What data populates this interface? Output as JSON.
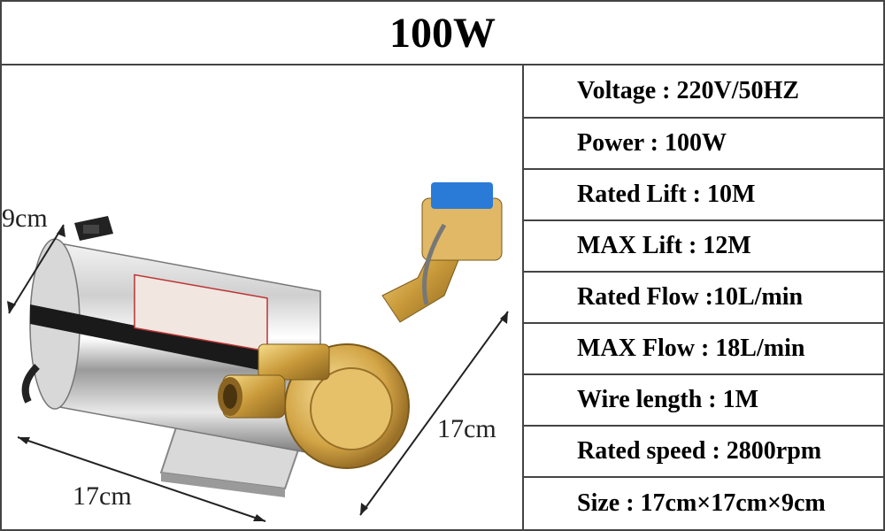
{
  "title": "100W",
  "specs": [
    "Voltage : 220V/50HZ",
    "Power : 100W",
    "Rated Lift : 10M",
    "MAX Lift : 12M",
    "Rated Flow :10L/min",
    "MAX Flow : 18L/min",
    "Wire length : 1M",
    "Rated speed : 2800rpm",
    "Size : 17cm×17cm×9cm"
  ],
  "dimensions": {
    "width_label": "9cm",
    "height_label": "17cm",
    "length_label": "17cm"
  }
}
